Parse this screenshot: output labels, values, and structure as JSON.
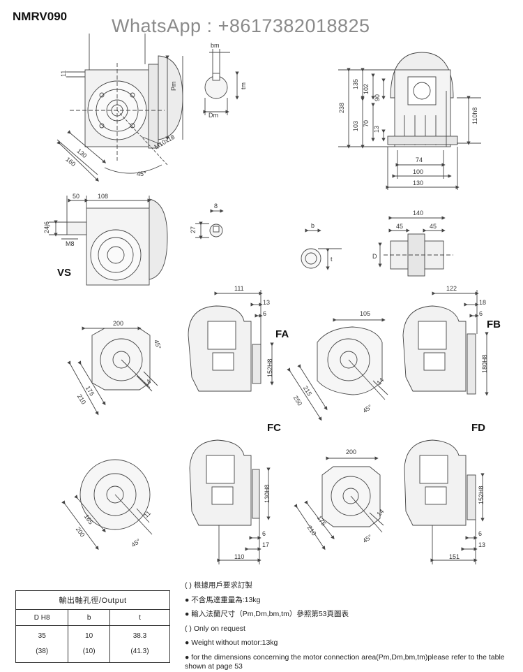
{
  "title": "NMRV090",
  "watermark": "WhatsApp : +8617382018825",
  "views": {
    "vs": "VS",
    "fa": "FA",
    "fb": "FB",
    "fc": "FC",
    "fd": "FD"
  },
  "dims": {
    "top_left": {
      "d11": "11",
      "pm": "Pm",
      "d130": "130",
      "d160": "160",
      "d45": "45°",
      "m10": "M10x18"
    },
    "keyway": {
      "dm": "Dm",
      "tm": "tm",
      "bm": "bm"
    },
    "top_right": {
      "d238": "238",
      "d135": "135",
      "d102": "102",
      "d90": "90",
      "d103": "103",
      "d70": "70",
      "d13": "13",
      "d110": "110h8",
      "d74": "74",
      "d100": "100",
      "d130": "130"
    },
    "vs": {
      "d50": "50",
      "d108": "108",
      "d24": "24j6",
      "m8": "M8"
    },
    "vs_key": {
      "d8": "8",
      "d27": "27"
    },
    "hollow": {
      "b": "b",
      "t": "t",
      "d": "D"
    },
    "side": {
      "d140": "140",
      "d45a": "45",
      "d45b": "45"
    },
    "fa": {
      "d200": "200",
      "d45": "45°",
      "d175": "175",
      "d210": "210",
      "d14": "14",
      "d111": "111",
      "d13": "13",
      "d6": "6",
      "d152": "152H8"
    },
    "fb": {
      "d105": "105",
      "d215": "215",
      "d250": "250",
      "d14": "14",
      "d45": "45°",
      "d122": "122",
      "d18": "18",
      "d6": "6",
      "d180": "180H8"
    },
    "fc": {
      "d165": "165",
      "d200": "200",
      "d11": "11",
      "d45": "45°",
      "d130": "130H8",
      "d6": "6",
      "d17": "17",
      "d110": "110"
    },
    "fd": {
      "d200": "200",
      "d175": "175",
      "d210": "210",
      "d14": "14",
      "d45": "45°",
      "d152": "152H8",
      "d6": "6",
      "d13": "13",
      "d151": "151"
    }
  },
  "output_table": {
    "header": "輸出軸孔徑/Output",
    "columns": [
      "D H8",
      "b",
      "t"
    ],
    "rows": [
      [
        "35",
        "10",
        "38.3"
      ],
      [
        "(38)",
        "(10)",
        "(41.3)"
      ]
    ]
  },
  "notes": [
    "(    ) 根據用戶要求訂製",
    "● 不含馬達重量為:13kg",
    "● 輸入法蘭尺寸（Pm,Dm,bm,tm）參照第53頁圖表",
    "(    ) Only on request",
    "● Weight without motor:13kg",
    "● for the dimensions concerning the motor connection area(Pm,Dm,bm,tm)please refer to the table shown at page 53"
  ]
}
